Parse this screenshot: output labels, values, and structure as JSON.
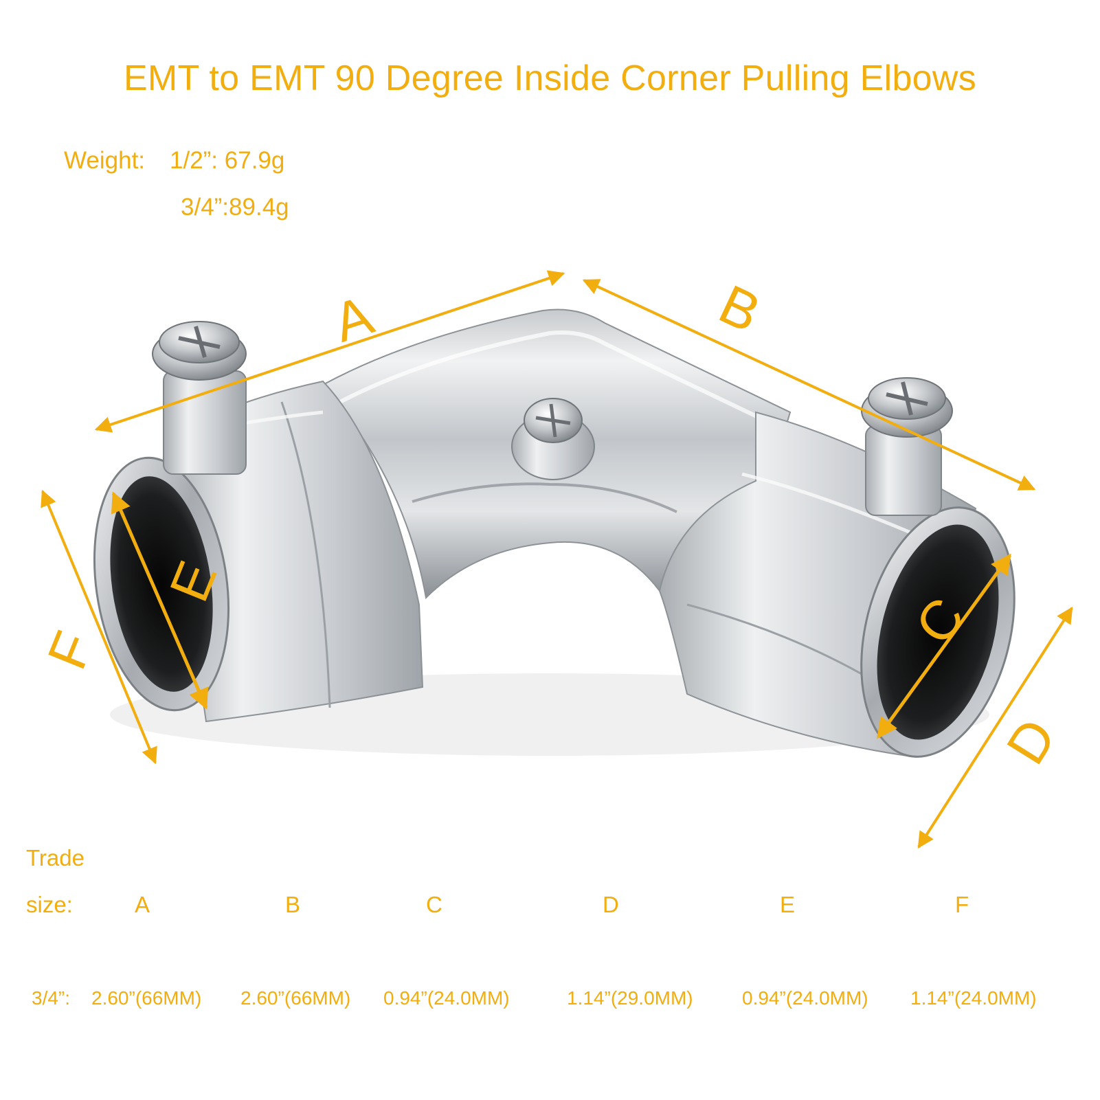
{
  "title": "EMT to EMT 90 Degree Inside Corner Pulling Elbows",
  "weight": {
    "label": "Weight:",
    "half_inch": "1/2”: 67.9g",
    "three_quarter_inch": "3/4”:89.4g"
  },
  "dimension_letters": [
    "A",
    "B",
    "C",
    "D",
    "E",
    "F"
  ],
  "table": {
    "header_line1": "Trade",
    "header_line2": "size:",
    "columns": [
      "A",
      "B",
      "C",
      "D",
      "E",
      "F"
    ],
    "rows": [
      {
        "size": "3/4”:",
        "values": [
          "2.60”(66MM)",
          "2.60”(66MM)",
          "0.94”(24.0MM)",
          "1.14”(29.0MM)",
          "0.94”(24.0MM)",
          "1.14”(24.0MM)"
        ]
      }
    ]
  },
  "colors": {
    "accent": "#f2ad0f",
    "metal_light": "#e4e6e8",
    "metal_mid": "#b8bcc0",
    "metal_dark": "#7f8489",
    "bore": "#151515",
    "background": "#ffffff"
  }
}
